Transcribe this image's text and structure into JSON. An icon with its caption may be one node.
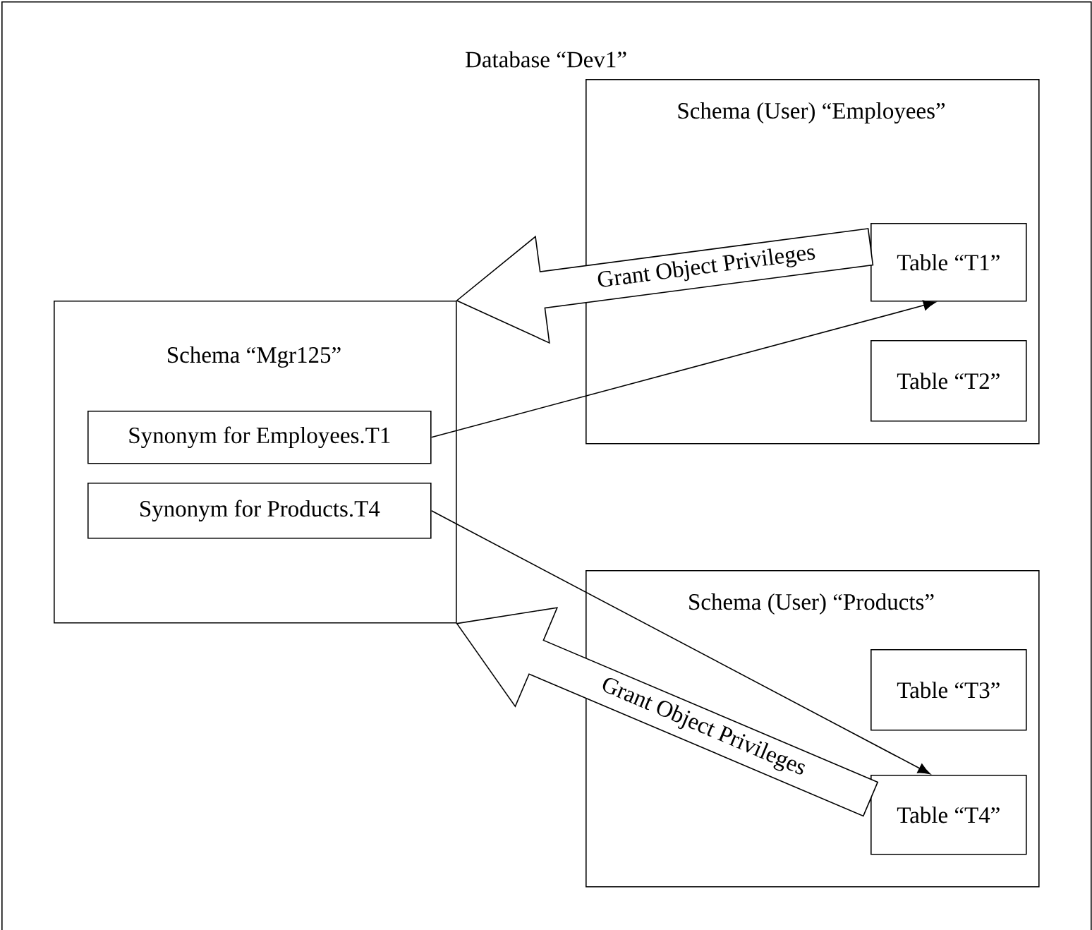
{
  "diagram": {
    "nodes": [
      {
        "text": [
          "Database “Dev1”"
        ]
      },
      {
        "text": [
          "Schema (User) “Employees”"
        ],
        "in": 0
      },
      {
        "text": [
          "Table “T1”"
        ],
        "in": 1
      },
      {
        "text": [
          "Table “T2”"
        ],
        "in": 1
      },
      {
        "text": [
          "Schema “Mgr125”"
        ],
        "in": 0
      },
      {
        "text": [
          "Synonym for Employees.T1"
        ],
        "in": 4
      },
      {
        "text": [
          "Synonym for Products.T4"
        ],
        "in": 4
      },
      {
        "text": [
          "Schema (User) “Products”"
        ],
        "in": 0
      },
      {
        "text": [
          "Table “T3”"
        ],
        "in": 7
      },
      {
        "text": [
          "Table “T4”"
        ],
        "in": 7
      }
    ],
    "edges": [
      {
        "from": 2,
        "to": 4,
        "arrow": "to",
        "style": "thick",
        "label": "Grant Object Privileges"
      },
      {
        "from": 5,
        "to": 2,
        "arrow": "to"
      },
      {
        "from": 6,
        "to": 9,
        "arrow": "to"
      },
      {
        "from": 9,
        "to": 4,
        "arrow": "to",
        "style": "thick",
        "label": "Grant Object Privileges"
      }
    ]
  }
}
